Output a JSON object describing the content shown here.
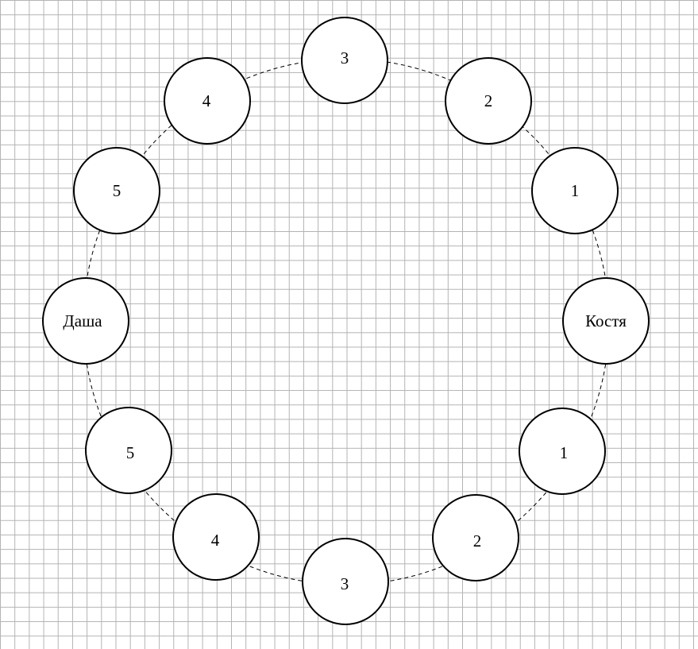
{
  "diagram": {
    "nodes": [
      {
        "id": "top",
        "label": "3"
      },
      {
        "id": "upper-right-1",
        "label": "2"
      },
      {
        "id": "upper-right-2",
        "label": "1"
      },
      {
        "id": "right",
        "label": "Костя"
      },
      {
        "id": "lower-right-1",
        "label": "1"
      },
      {
        "id": "lower-right-2",
        "label": "2"
      },
      {
        "id": "bottom",
        "label": "3"
      },
      {
        "id": "lower-left-2",
        "label": "4"
      },
      {
        "id": "lower-left-1",
        "label": "5"
      },
      {
        "id": "left",
        "label": "Даша"
      },
      {
        "id": "upper-left-1",
        "label": "5"
      },
      {
        "id": "upper-left-2",
        "label": "4"
      }
    ]
  }
}
